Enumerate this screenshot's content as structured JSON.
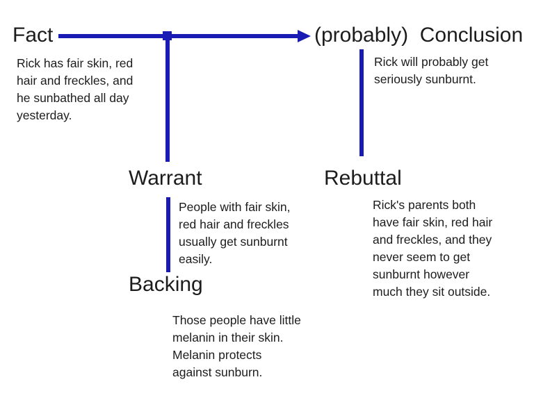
{
  "diagram": {
    "accent_color": "#1a1ab5",
    "nodes": {
      "fact": {
        "label": "Fact",
        "text": "Rick has fair skin, red\nhair and freckles, and\nhe sunbathed all day\nyesterday."
      },
      "conclusion": {
        "label": "(probably)  Conclusion",
        "text": "Rick will probably get\nseriously sunburnt."
      },
      "warrant": {
        "label": "Warrant",
        "text": "People with fair skin,\nred hair and freckles\nusually get sunburnt\neasily."
      },
      "backing": {
        "label": "Backing",
        "text": "Those people have little\nmelanin in their skin.\nMelanin protects\nagainst sunburn."
      },
      "rebuttal": {
        "label": "Rebuttal",
        "text": "Rick's parents both\nhave fair skin, red hair\nand freckles, and they\nnever seem to get\nsunburnt however\nmuch they sit outside."
      }
    },
    "connectors": [
      {
        "name": "fact-to-conclusion-arrow",
        "type": "arrow"
      },
      {
        "name": "junction-to-warrant-line",
        "type": "line"
      },
      {
        "name": "warrant-to-backing-line",
        "type": "line"
      },
      {
        "name": "conclusion-to-rebuttal-line",
        "type": "line"
      }
    ]
  }
}
